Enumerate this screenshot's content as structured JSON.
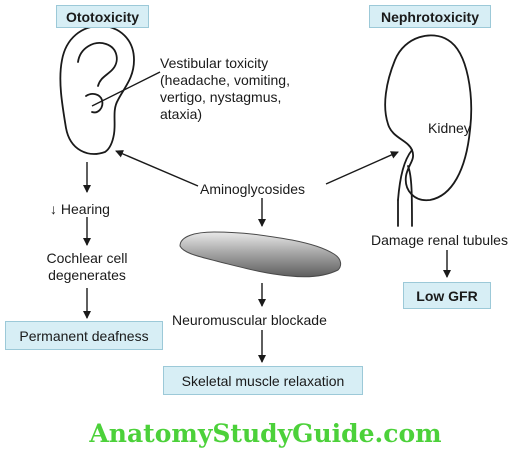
{
  "headers": {
    "ototoxicity": "Ototoxicity",
    "nephrotoxicity": "Nephrotoxicity"
  },
  "vestibular": {
    "line1": "Vestibular toxicity",
    "line2": "(headache, vomiting,",
    "line3": "vertigo, nystagmus,",
    "line4": "ataxia)"
  },
  "kidney_label": "Kidney",
  "center_label": "Aminoglycosides",
  "hearing": "↓ Hearing",
  "cochlear": {
    "line1": "Cochlear cell",
    "line2": "degenerates"
  },
  "permanent_deafness": "Permanent deafness",
  "neuromuscular_blockade": "Neuromuscular blockade",
  "skeletal_muscle_relaxation": "Skeletal muscle relaxation",
  "damage_renal_tubules": "Damage renal tubules",
  "low_gfr": "Low GFR",
  "watermark": "AnatomyStudyGuide.com",
  "colors": {
    "box_fill": "#d7eef5",
    "box_border": "#9cc9d8",
    "watermark": "#4cd13a",
    "line": "#1a1a1a"
  },
  "icons": [
    "ear-illustration",
    "kidney-illustration",
    "muscle-illustration"
  ]
}
